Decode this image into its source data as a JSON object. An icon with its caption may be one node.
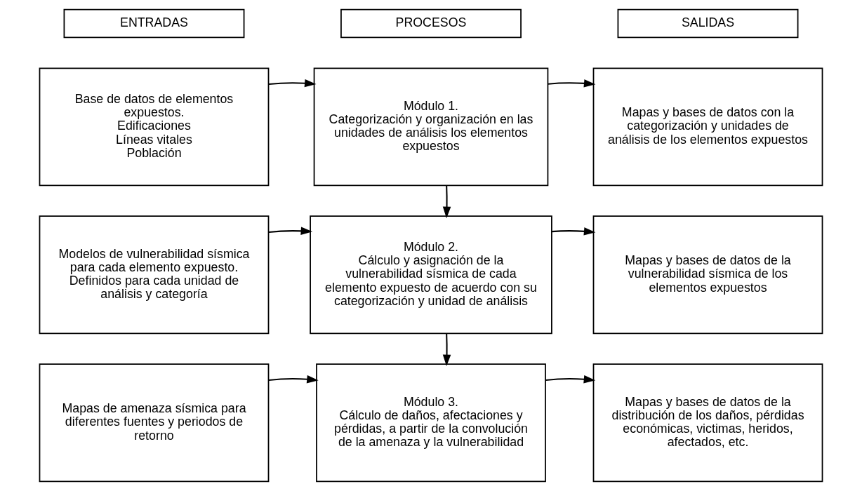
{
  "diagram": {
    "nodes": [
      {
        "text": [
          "ENTRADAS"
        ]
      },
      {
        "text": [
          "PROCESOS"
        ]
      },
      {
        "text": [
          "SALIDAS"
        ]
      },
      {
        "text": [
          "Base de datos de elementos expuestos.",
          "Edificaciones",
          "Líneas vitales",
          "Población"
        ]
      },
      {
        "text": [
          "Módulo 1.",
          "Categorización y organización en las unidades de análisis los elementos expuestos"
        ]
      },
      {
        "text": [
          "Mapas y bases de datos con la categorización y unidades de análisis de los elementos expuestos"
        ]
      },
      {
        "text": [
          "Modelos de vulnerabilidad sísmica para cada elemento expuesto.",
          "Definidos para cada unidad de análisis y categoría"
        ]
      },
      {
        "text": [
          "Módulo 2.",
          "Cálculo y asignación de la vulnerabilidad sísmica de cada elemento expuesto de acuerdo con su categorización y unidad de análisis"
        ]
      },
      {
        "text": [
          "Mapas y bases de datos de la vulnerabilidad sísmica de los elementos expuestos"
        ]
      },
      {
        "text": [
          "Mapas de amenaza sísmica para diferentes fuentes y periodos de retorno"
        ]
      },
      {
        "text": [
          "Módulo 3.",
          "Cálculo de daños, afectaciones y pérdidas, a partir de la convolución de la amenaza y la vulnerabilidad"
        ]
      },
      {
        "text": [
          "Mapas y bases de datos de la distribución de los daños, pérdidas económicas, victimas, heridos, afectados, etc."
        ]
      }
    ],
    "edges": [
      {
        "from": 3,
        "to": 4,
        "arrow": "to"
      },
      {
        "from": 4,
        "to": 5,
        "arrow": "to"
      },
      {
        "from": 4,
        "to": 7,
        "arrow": "to"
      },
      {
        "from": 6,
        "to": 7,
        "arrow": "to"
      },
      {
        "from": 7,
        "to": 8,
        "arrow": "to"
      },
      {
        "from": 7,
        "to": 10,
        "arrow": "to"
      },
      {
        "from": 9,
        "to": 10,
        "arrow": "to"
      },
      {
        "from": 10,
        "to": 11,
        "arrow": "to"
      }
    ]
  }
}
